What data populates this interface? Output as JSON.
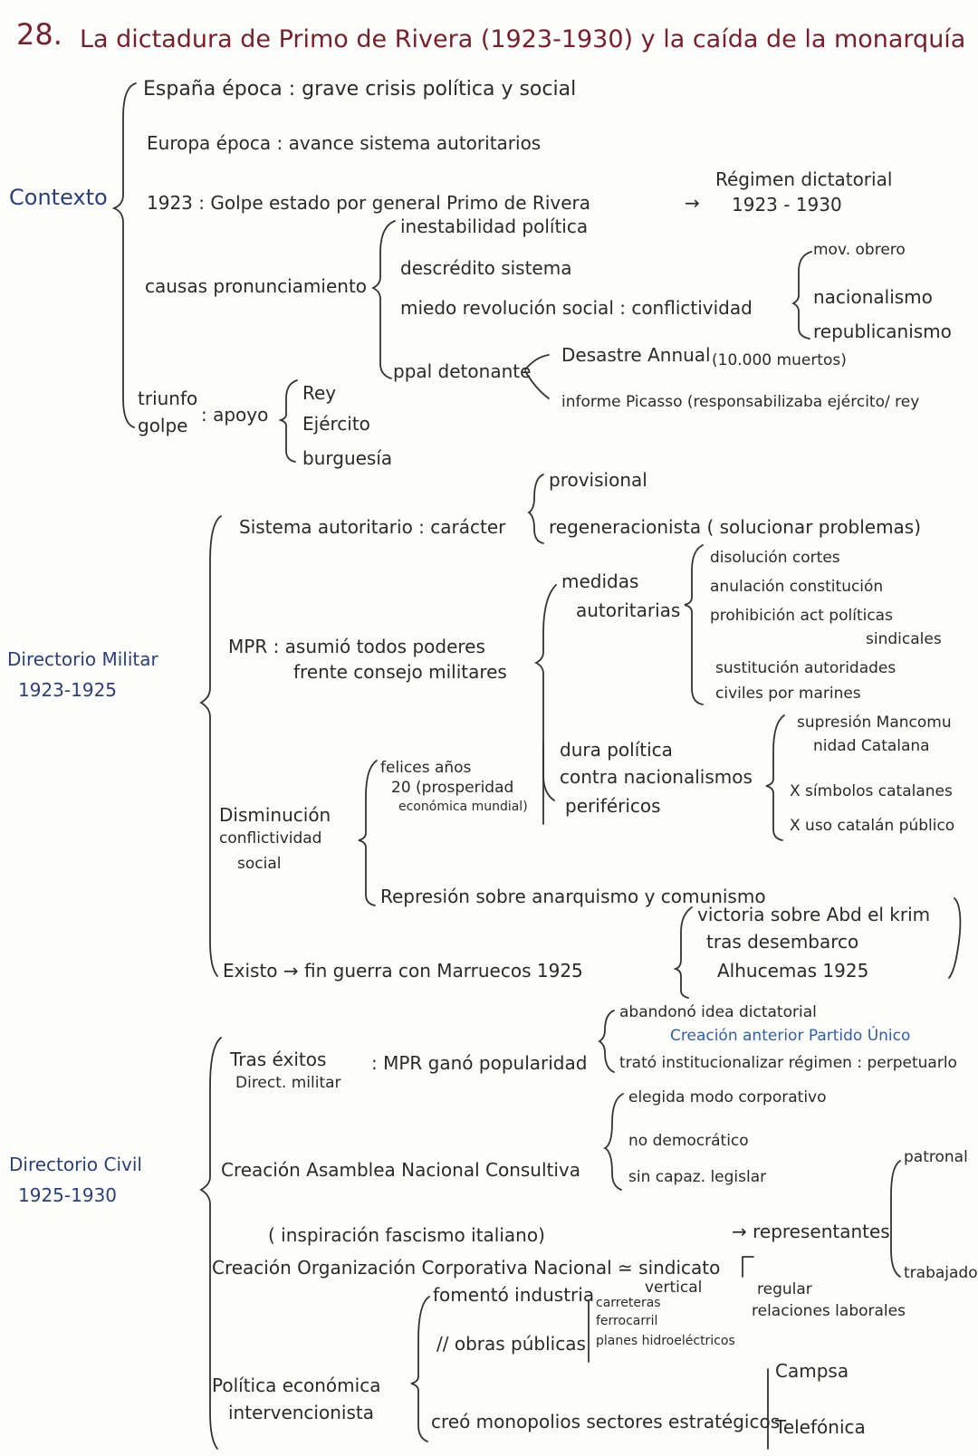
{
  "title": {
    "number": "28.",
    "text": "La dictadura de Primo de Rivera (1923-1930) y la caída de la monarquía"
  },
  "contexto": {
    "label": "Contexto",
    "espana": "España época : grave crisis política y social",
    "europa": "Europa época : avance sistema autoritarios",
    "golpe": "1923 : Golpe estado por general Primo de Rivera",
    "arrow": "→",
    "regimen_1": "Régimen dictatorial",
    "regimen_2": "1923 - 1930",
    "causas_label": "causas pronunciamiento",
    "causas": [
      "inestabilidad política",
      "descrédito sistema",
      "miedo revolución social : conflictividad"
    ],
    "conflict": [
      "mov. obrero",
      "nacionalismo",
      "republicanismo"
    ],
    "detonante_label": "ppal detonante",
    "detonante": [
      "Desastre Annual",
      "(10.000 muertos)",
      "informe Picasso (responsabilizaba ejército/ rey"
    ],
    "triunfo_1": "triunfo",
    "triunfo_2": "golpe",
    "apoyo": ": apoyo",
    "apoyos": [
      "Rey",
      "Ejército",
      "burguesía"
    ]
  },
  "militar": {
    "label_1": "Directorio Militar",
    "label_2": "1923-1925",
    "sistema": "Sistema autoritario : carácter",
    "caracter": [
      "provisional",
      "regeneracionista ( solucionar problemas)"
    ],
    "mpr_1": "MPR : asumió todos poderes",
    "mpr_2": "frente consejo militares",
    "medidas_1": "medidas",
    "medidas_2": "autoritarias",
    "medidas": [
      "disolución cortes",
      "anulación constitución",
      "prohibición act políticas",
      "sindicales",
      "sustitución autoridades",
      "civiles por marines"
    ],
    "disminucion": [
      "Disminución",
      "conflictividad",
      "social"
    ],
    "felices": [
      "felices años",
      "20 (prosperidad",
      "económica mundial)"
    ],
    "dura": [
      "dura política",
      "contra nacionalismos",
      "periféricos"
    ],
    "supresion": [
      "supresión Mancomu",
      "nidad Catalana",
      "X símbolos catalanes",
      "X uso catalán público"
    ],
    "represion": "Represión sobre anarquismo y comunismo",
    "exito": "Existo → fin guerra con Marruecos 1925",
    "victoria": [
      "victoria sobre Abd el krim",
      "tras desembarco",
      "Alhucemas 1925"
    ]
  },
  "civil": {
    "label_1": "Directorio Civil",
    "label_2": "1925-1930",
    "tras_1": "Tras éxitos",
    "tras_2": "Direct. militar",
    "tras_3": ": MPR ganó popularidad",
    "abandono": "abandonó idea dictatorial",
    "partido": "Creación anterior Partido Único",
    "trato": "trató institucionalizar régimen : perpetuarlo",
    "asamblea": "Creación Asamblea Nacional Consultiva",
    "asamblea_items": [
      "elegida modo corporativo",
      "no democrático",
      "sin capaz. legislar"
    ],
    "inspiracion": "( inspiración fascismo italiano)",
    "organizacion": "Creación Organización Corporativa Nacional ≃ sindicato",
    "vertical": "vertical",
    "representantes": "→ representantes",
    "patronal": "patronal",
    "trabajadores": "trabajadores",
    "regular": "regular",
    "relaciones": "relaciones laborales",
    "fomento": "fomentó industria",
    "obras": "// obras públicas",
    "obras_items": [
      "carreteras",
      "ferrocarril",
      "planes hidroeléctricos"
    ],
    "politica_1": "Política económica",
    "politica_2": "intervencionista",
    "monopolios": "creó monopolios sectores estratégicos",
    "monopolios_items": [
      "Campsa",
      "Telefónica"
    ]
  }
}
